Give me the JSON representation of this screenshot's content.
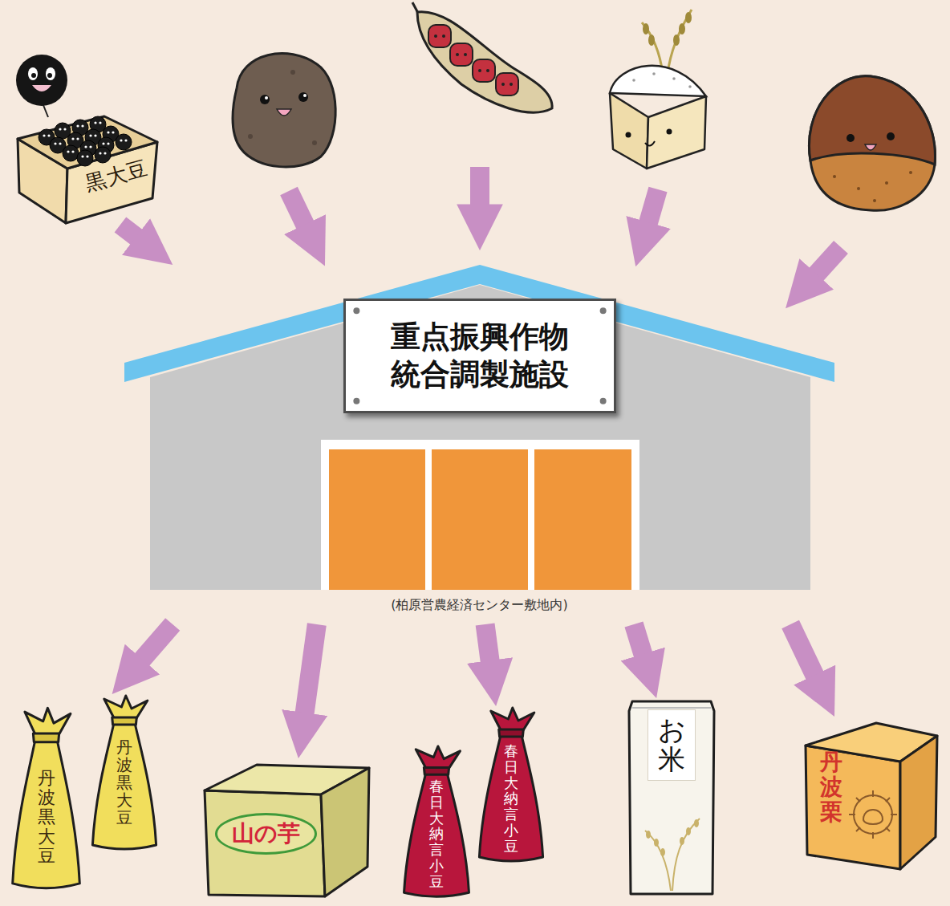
{
  "diagram": {
    "nodes": [
      {
        "text": [
          "黒大豆"
        ]
      },
      {
        "text": [
          "(柏原営農経済センター敷地内)"
        ]
      },
      {
        "text": [
          "重点振興作物 統合調製施設"
        ],
        "in": 1
      },
      {
        "text": [
          "丹波黒大豆"
        ]
      },
      {
        "text": [
          "丹波黒大豆"
        ]
      },
      {
        "text": [
          "山の芋"
        ]
      },
      {
        "text": [
          "春日大納言小豆"
        ]
      },
      {
        "text": [
          "春日大納言小豆"
        ]
      },
      {
        "text": [
          "お米"
        ]
      },
      {
        "text": [
          "丹波栗"
        ]
      }
    ],
    "edges": [
      {
        "from": 0,
        "to": 1,
        "arrow": "to"
      },
      {
        "from": 1,
        "to": 4,
        "arrow": "to"
      },
      {
        "from": 1,
        "to": 5,
        "arrow": "to"
      },
      {
        "from": 1,
        "to": 7,
        "arrow": "to"
      },
      {
        "from": 1,
        "to": 8,
        "arrow": "to"
      },
      {
        "from": 1,
        "to": 9,
        "arrow": "to"
      }
    ]
  }
}
